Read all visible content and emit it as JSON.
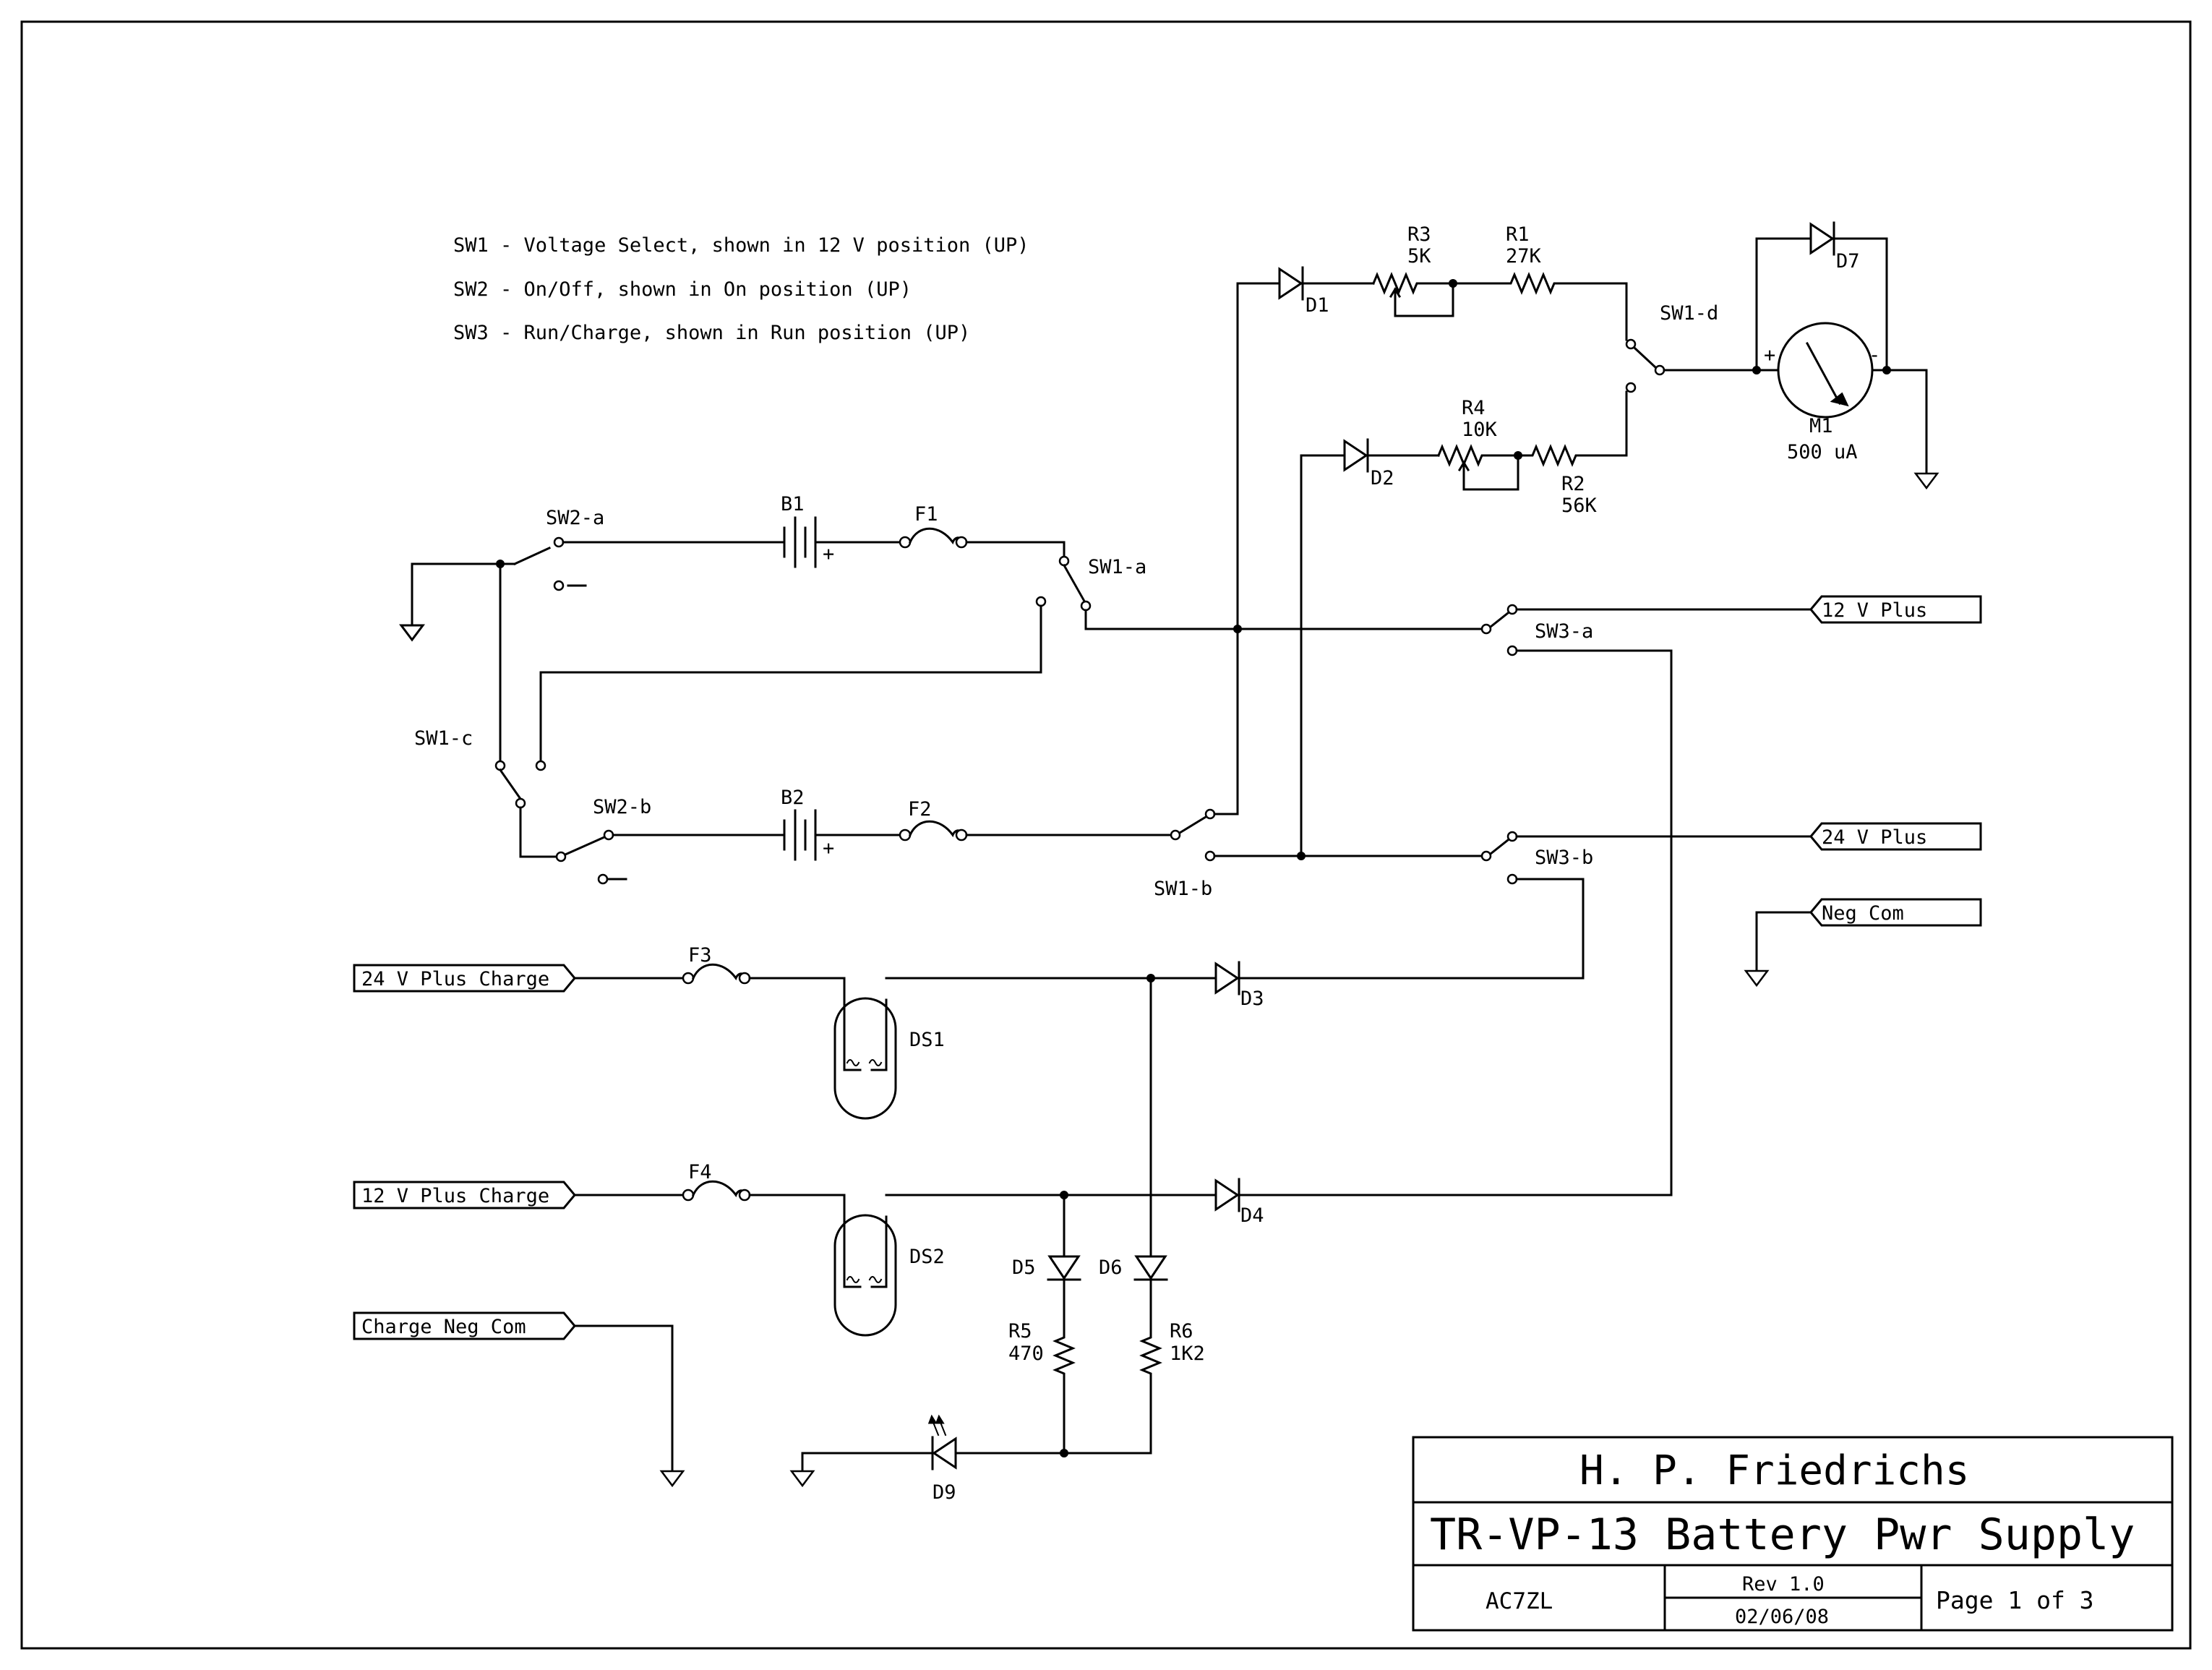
{
  "notes": [
    "SW1 - Voltage Select, shown in 12 V position (UP)",
    "SW2 - On/Off, shown in On position (UP)",
    "SW3 - Run/Charge, shown in Run position (UP)"
  ],
  "components": {
    "R3": {
      "ref": "R3",
      "value": "5K"
    },
    "R1": {
      "ref": "R1",
      "value": "27K"
    },
    "R4": {
      "ref": "R4",
      "value": "10K"
    },
    "R2": {
      "ref": "R2",
      "value": "56K"
    },
    "R5": {
      "ref": "R5",
      "value": "470"
    },
    "R6": {
      "ref": "R6",
      "value": "1K2"
    },
    "M1": {
      "ref": "M1",
      "value": "500 uA",
      "plus": "+",
      "minus": "-"
    },
    "B1": {
      "ref": "B1",
      "plus": "+"
    },
    "B2": {
      "ref": "B2",
      "plus": "+"
    },
    "F1": "F1",
    "F2": "F2",
    "F3": "F3",
    "F4": "F4",
    "D1": "D1",
    "D2": "D2",
    "D3": "D3",
    "D4": "D4",
    "D5": "D5",
    "D6": "D6",
    "D7": "D7",
    "D9": "D9",
    "DS1": "DS1",
    "DS2": "DS2",
    "SW1a": "SW1-a",
    "SW1b": "SW1-b",
    "SW1c": "SW1-c",
    "SW1d": "SW1-d",
    "SW2a": "SW2-a",
    "SW2b": "SW2-b",
    "SW3a": "SW3-a",
    "SW3b": "SW3-b"
  },
  "ports": {
    "p12v": "12 V Plus",
    "p24v": "24 V Plus",
    "negcom": "Neg Com",
    "charge24": "24 V Plus Charge",
    "charge12": "12 V Plus Charge",
    "chargeneg": "Charge Neg Com"
  },
  "title_block": {
    "author": "H. P. Friedrichs",
    "title": "TR-VP-13 Battery Pwr Supply",
    "callsign": "AC7ZL",
    "rev": "Rev 1.0",
    "date": "02/06/08",
    "page": "Page 1 of 3"
  }
}
